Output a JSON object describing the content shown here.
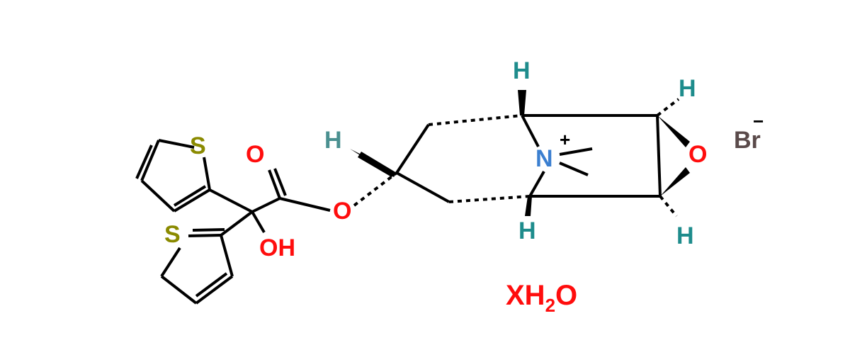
{
  "molecule": {
    "labels": {
      "sulfur_top": "S",
      "sulfur_bottom": "S",
      "carbonyl_oxygen": "O",
      "hydroxyl": "OH",
      "ester_oxygen": "O",
      "h_left": "H",
      "h_bridge_top": "H",
      "h_bridge_bottom": "H",
      "h_epoxide_top": "H",
      "h_epoxide_bottom": "H",
      "nitrogen": "N",
      "nitrogen_charge": "+",
      "epoxide_oxygen": "O",
      "bromide": "Br",
      "bromide_charge": "−"
    },
    "hydrate": {
      "prefix": "XH",
      "subscript": "2",
      "suffix": "O"
    },
    "colors": {
      "bond": "#000000",
      "oxygen": "#ff0d0d",
      "sulfur": "#8a8a00",
      "nitrogen": "#3b7fd0",
      "hydrogen": "#1e8c8c",
      "bromine": "#5a4a4a"
    }
  }
}
